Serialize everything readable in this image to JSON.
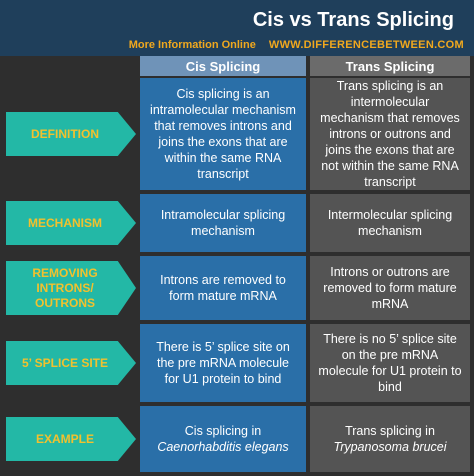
{
  "header": {
    "title": "Cis vs Trans Splicing",
    "more_info": "More Information Online",
    "website": "WWW.DIFFERENCEBETWEEN.COM"
  },
  "columns": {
    "cis": "Cis Splicing",
    "trans": "Trans Splicing"
  },
  "rows": [
    {
      "label": "DEFINITION",
      "cis": "Cis splicing is an intramolecular mechanism that removes introns and joins the exons that are within the same RNA transcript",
      "trans": "Trans splicing is an intermolecular mechanism that removes introns or outrons and joins the exons that are not within the same RNA transcript"
    },
    {
      "label": "MECHANISM",
      "cis": "Intramolecular splicing mechanism",
      "trans": "Intermolecular splicing mechanism"
    },
    {
      "label": "REMOVING INTRONS/ OUTRONS",
      "cis": "Introns are removed to form mature mRNA",
      "trans": "Introns or outrons are removed to form mature mRNA"
    },
    {
      "label": "5’ SPLICE SITE",
      "cis": "There is 5’ splice site on the pre mRNA molecule for U1 protein to bind",
      "trans": "There is no 5’ splice site on the pre mRNA molecule for U1 protein to bind"
    },
    {
      "label": "EXAMPLE",
      "cis_line1": "Cis splicing in",
      "cis_line2": "Caenorhabditis elegans",
      "trans_line1": "Trans splicing in",
      "trans_line2": "Trypanosoma brucei"
    }
  ],
  "colors": {
    "header_bg": "#1f3f5b",
    "accent_orange": "#f0a81e",
    "label_teal": "#23b8a6",
    "label_text": "#f2c12e",
    "cis_header": "#6f93b8",
    "cis_cell": "#2a6fa8",
    "trans_header": "#6b6b6b",
    "trans_cell": "#545454"
  }
}
